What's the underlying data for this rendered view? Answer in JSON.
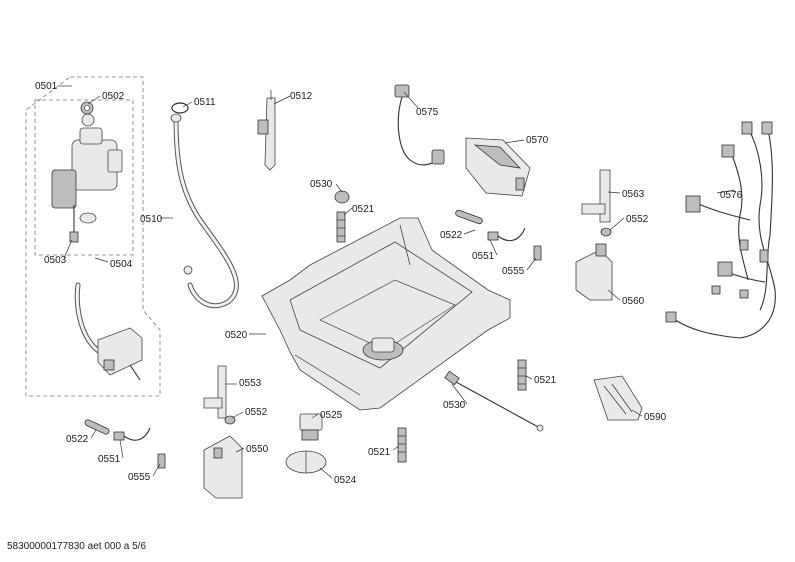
{
  "diagram": {
    "labels": {
      "p0501": "0501",
      "p0502": "0502",
      "p0503": "0503",
      "p0504": "0504",
      "p0510": "0510",
      "p0511": "0511",
      "p0512": "0512",
      "p0520": "0520",
      "p0521a": "0521",
      "p0521b": "0521",
      "p0521c": "0521",
      "p0522a": "0522",
      "p0522b": "0522",
      "p0524": "0524",
      "p0525": "0525",
      "p0530a": "0530",
      "p0530b": "0530",
      "p0550": "0550",
      "p0551a": "0551",
      "p0551b": "0551",
      "p0552a": "0552",
      "p0552b": "0552",
      "p0553": "0553",
      "p0555a": "0555",
      "p0555b": "0555",
      "p0560": "0560",
      "p0563": "0563",
      "p0570": "0570",
      "p0575": "0575",
      "p0576": "0576",
      "p0590": "0590"
    }
  },
  "footer": {
    "text": "58300000177830 aet 000 a 5/6"
  }
}
